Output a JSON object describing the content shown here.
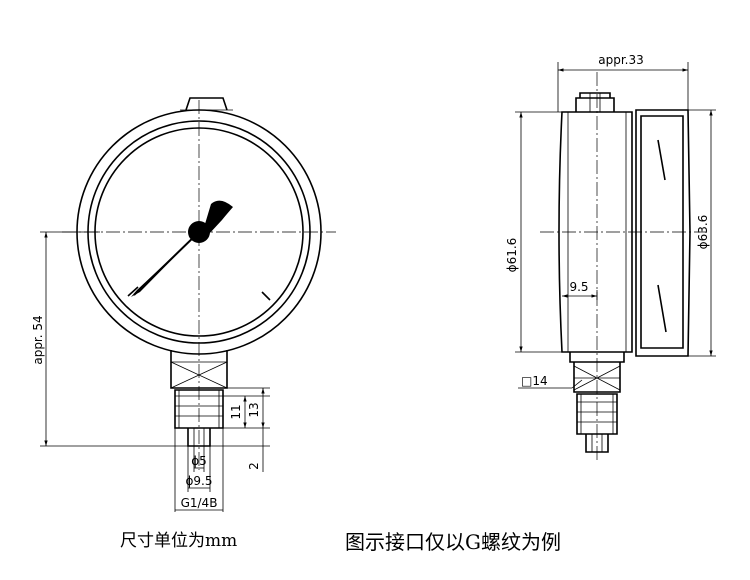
{
  "front_view": {
    "dim_height": "appr. 54",
    "dim_11": "11",
    "dim_13": "13",
    "dim_2": "2",
    "dim_d5": "ϕ5",
    "dim_d95": "ϕ9.5",
    "dim_thread": "G1/4B"
  },
  "side_view": {
    "dim_depth": "appr.33",
    "dim_d616": "ϕ61.6",
    "dim_d636": "ϕ63.6",
    "dim_95": "9.5",
    "dim_hex": "□14"
  },
  "captions": {
    "units": "尺寸单位为mm",
    "note": "图示接口仅以G螺纹为例"
  }
}
